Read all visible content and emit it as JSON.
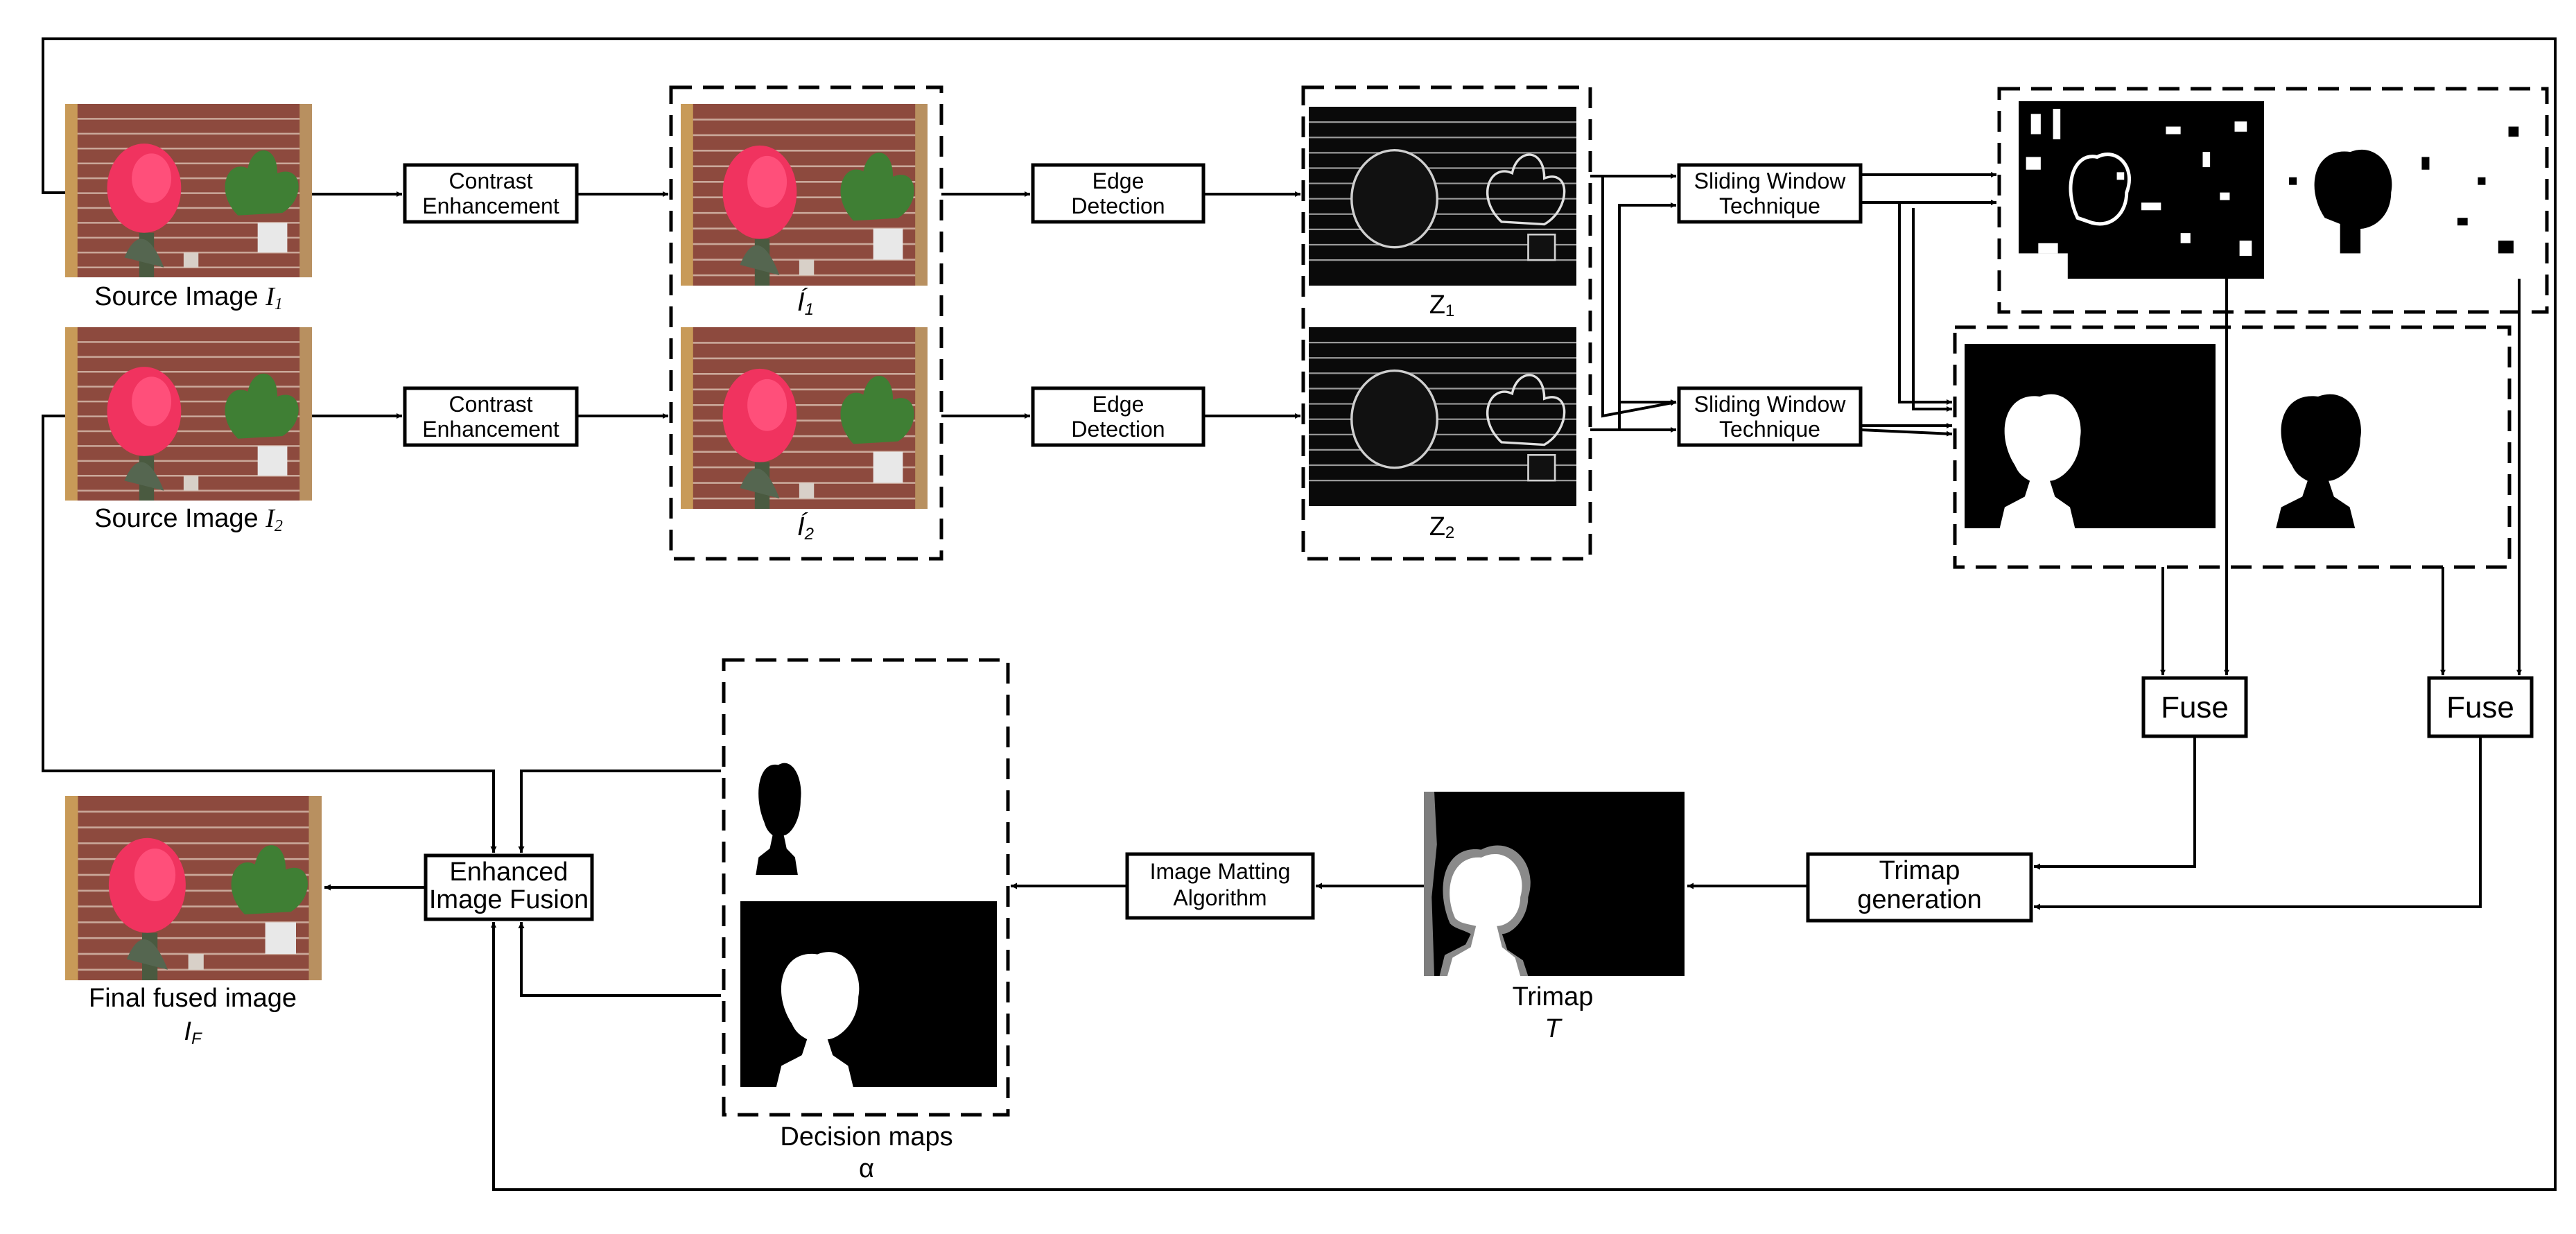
{
  "labels": {
    "contrast1": [
      "Contrast",
      "Enhancement"
    ],
    "contrast2": [
      "Contrast",
      "Enhancement"
    ],
    "edge1": [
      "Edge",
      "Detection"
    ],
    "edge2": [
      "Edge",
      "Detection"
    ],
    "slide1": [
      "Sliding Window",
      "Technique"
    ],
    "slide2": [
      "Sliding Window",
      "Technique"
    ],
    "fuse1": "Fuse",
    "fuse2": "Fuse",
    "trimapgen": [
      "Trimap",
      "generation"
    ],
    "matting": [
      "Image Matting",
      "Algorithm"
    ],
    "enhanced": [
      "Enhanced",
      "Image Fusion"
    ]
  },
  "captions": {
    "src1_text": "Source Image ",
    "src1_sym": "I",
    "src1_sub": "1",
    "src2_text": "Source Image ",
    "src2_sym": "I",
    "src2_sub": "2",
    "i1_sym": "Í",
    "i1_sub": "1",
    "i2_sym": "Í",
    "i2_sub": "2",
    "z1_sym": "Z",
    "z1_sub": "1",
    "z2_sym": "Z",
    "z2_sub": "2",
    "trimap": "Trimap",
    "trimap_sym": "T",
    "decision": "Decision maps",
    "decision_sym": "α",
    "final": "Final fused image",
    "final_sym": "I",
    "final_sub": "F"
  },
  "icons": {
    "photo": "photo-thumbnail-icon",
    "edge": "edge-map-thumbnail-icon",
    "mask": "binary-mask-thumbnail-icon"
  }
}
